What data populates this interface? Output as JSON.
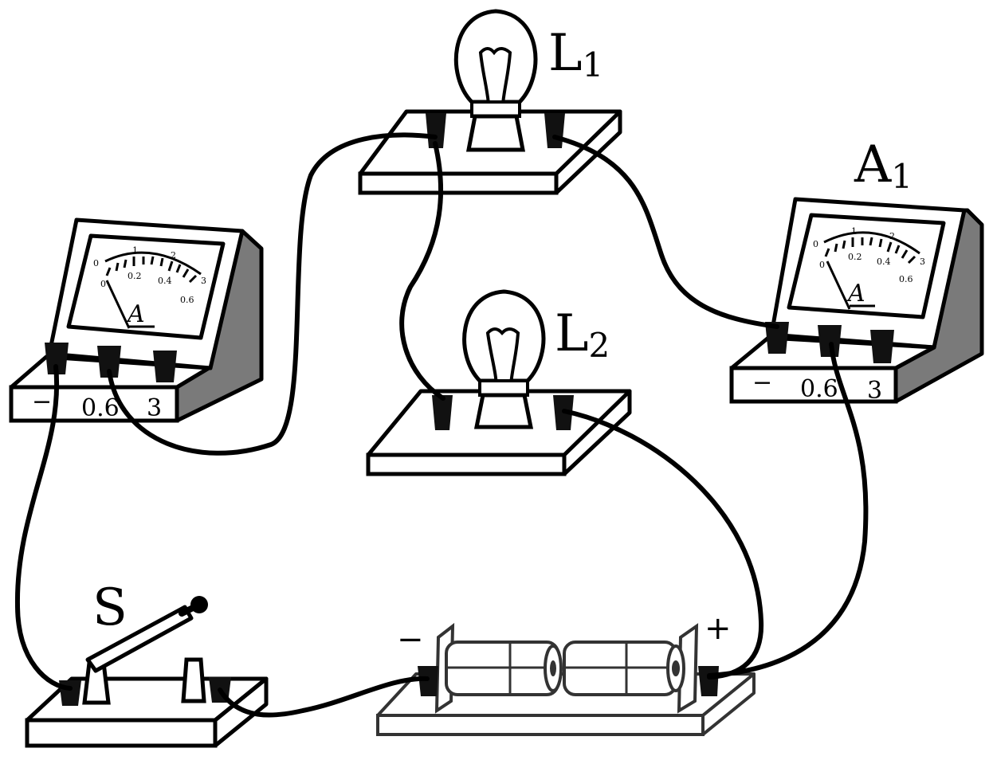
{
  "labels": {
    "lamp1": {
      "main": "L",
      "sub": "1"
    },
    "lamp2": {
      "main": "L",
      "sub": "2"
    },
    "ammeter1": {
      "main": "A",
      "sub": "1"
    },
    "switch": "S",
    "battery_minus": "−",
    "battery_plus": "+"
  },
  "ammeter_left": {
    "terminals": {
      "minus": "−",
      "low": "0.6",
      "high": "3"
    },
    "unit": "A",
    "dial_top": [
      "0",
      "1",
      "2",
      "3"
    ],
    "dial_bottom": [
      "0",
      "0.2",
      "0.4",
      "0.6"
    ]
  },
  "ammeter_right": {
    "terminals": {
      "minus": "−",
      "low": "0.6",
      "high": "3"
    },
    "unit": "A",
    "dial_top": [
      "0",
      "1",
      "2",
      "3"
    ],
    "dial_bottom": [
      "0",
      "0.2",
      "0.4",
      "0.6"
    ]
  }
}
